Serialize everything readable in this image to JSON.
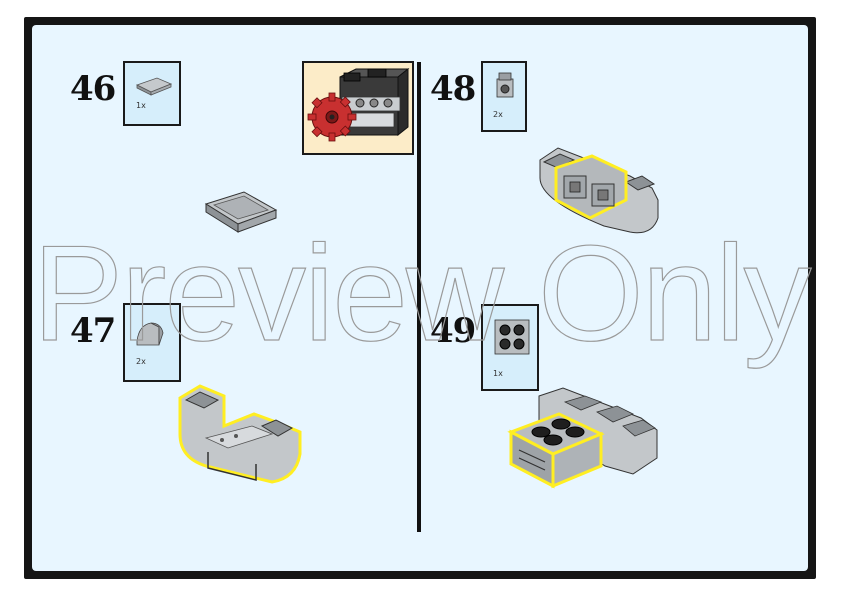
{
  "steps": [
    {
      "number": "46",
      "quantity": "1x"
    },
    {
      "number": "47",
      "quantity": "2x"
    },
    {
      "number": "48",
      "quantity": "2x"
    },
    {
      "number": "49",
      "quantity": "1x"
    }
  ],
  "watermark": "Preview Only",
  "colors": {
    "page_background": "#e8f6ff",
    "parts_box": "#d6eefb",
    "preview_background": "#fcecc8",
    "highlight": "#ffee22",
    "brick_gray": "#b8bcbf",
    "brick_dark": "#2a2a2a",
    "engine_red": "#c83030"
  },
  "icons": [
    "tile-1x2-icon",
    "curved-slope-icon",
    "bracket-icon",
    "brick-2x2-studs-icon"
  ]
}
